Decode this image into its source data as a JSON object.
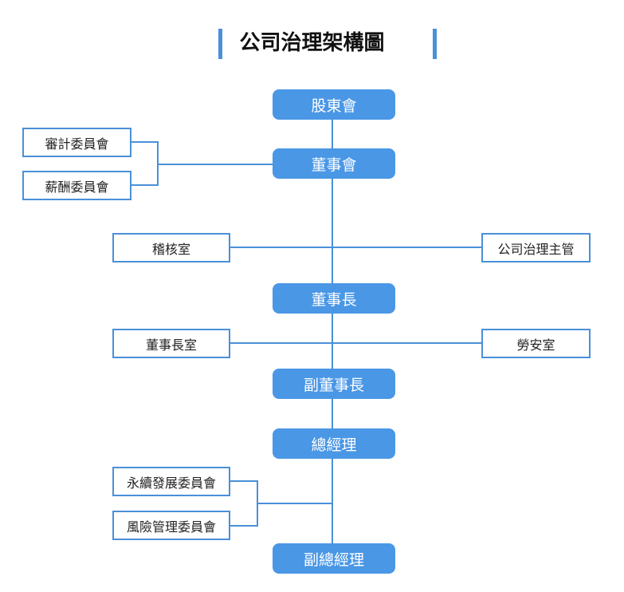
{
  "title": "公司治理架構圖",
  "colors": {
    "accent": "#4a90d9",
    "node_fill": "#4a97e6",
    "line": "#4a90d9"
  },
  "nodes": {
    "shareholders": "股東會",
    "board": "董事會",
    "audit_committee": "審計委員會",
    "compensation_committee": "薪酬委員會",
    "internal_audit": "稽核室",
    "governance_officer": "公司治理主管",
    "chairman": "董事長",
    "chairman_office": "董事長室",
    "labor_safety": "勞安室",
    "vice_chairman": "副董事長",
    "general_manager": "總經理",
    "sustainability_committee": "永續發展委員會",
    "risk_committee": "風險管理委員會",
    "deputy_general_manager": "副總經理"
  }
}
